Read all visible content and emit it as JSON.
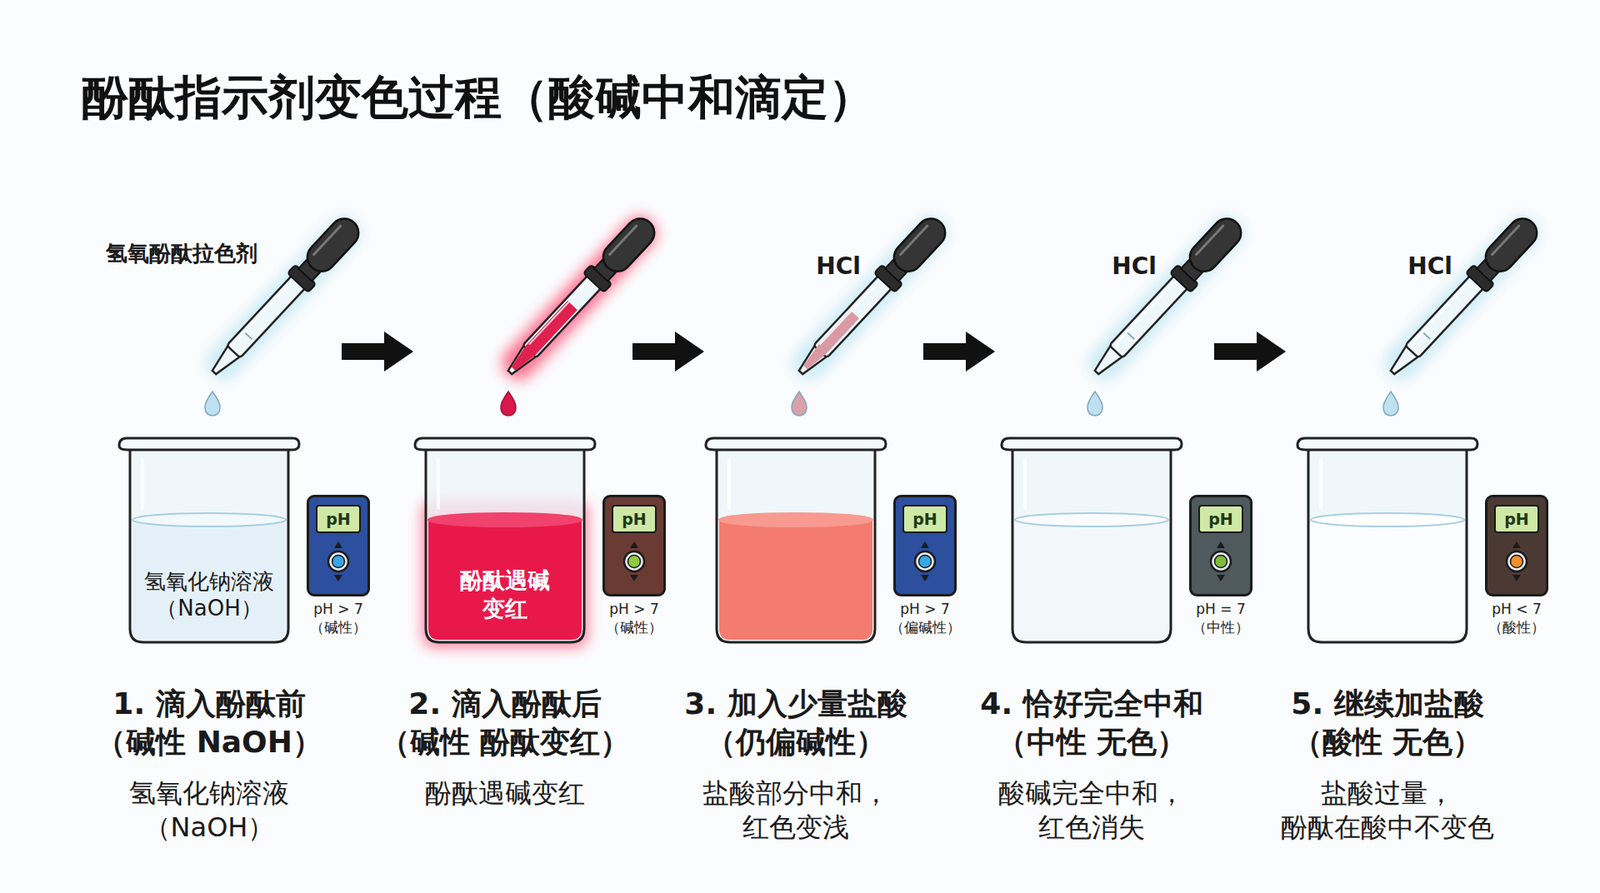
{
  "diagram": {
    "title": "酚酞指示剂变色过程（酸碱中和滴定）",
    "nodes": [
      {
        "text": [
          "氢氧化钠溶液 （NaOH）"
        ]
      },
      {
        "text": [
          "pH",
          "pH > 7 （碱性）"
        ]
      },
      {
        "text": [
          "酚酞遇碱 变红"
        ]
      },
      {
        "text": [
          "pH",
          "pH > 7 （碱性）"
        ]
      },
      {
        "text": [
          "pH",
          "pH > 7 （偏碱性）"
        ]
      },
      {
        "text": [
          "pH",
          "pH = 7 （中性）"
        ]
      },
      {
        "text": [
          "pH",
          "pH < 7 （酸性）"
        ]
      }
    ],
    "labels": [
      "氢氧酚酞拉色剂",
      "HCl",
      "HCl",
      "HCl",
      "1. 滴入酚酞前 （碱性 NaOH）",
      "2. 滴入酚酞后 （碱性 酚酞变红）",
      "3. 加入少量盐酸 （仍偏碱性）",
      "4. 恰好完全中和 （中性 无色）",
      "5. 继续加盐酸 （酸性 无色）",
      "氢氧化钠溶液 （NaOH）",
      "酚酞遇碱变红",
      "盐酸部分中和， 红色变浅",
      "酸碱完全中和， 红色消失",
      "盐酸过量， 酚酞在酸中不变色"
    ]
  }
}
